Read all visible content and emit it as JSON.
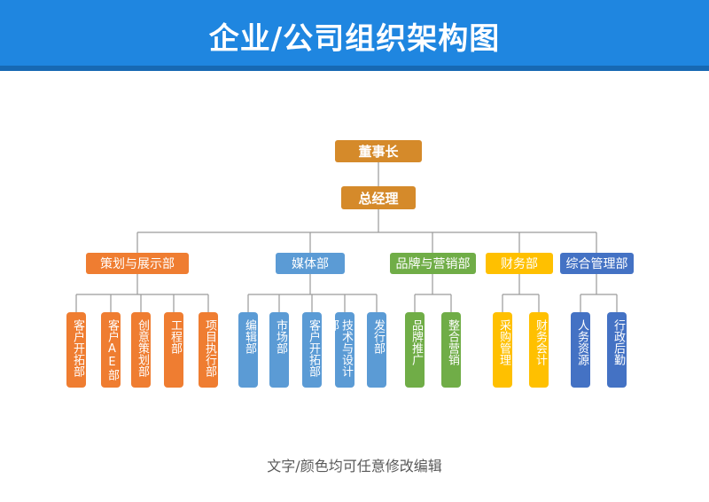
{
  "title": "企业/公司组织架构图",
  "footer": "文字/颜色均可任意修改编辑",
  "colors": {
    "banner": "#1f86e0",
    "top_nodes": "#d58a2a",
    "orange": "#ef7d31",
    "blue": "#5b9bd5",
    "green": "#70ad47",
    "yellow": "#ffc000",
    "navy": "#4472c4"
  },
  "chairman": "董事长",
  "gm": "总经理",
  "departments": [
    {
      "name": "策划与展示部",
      "subs": [
        "客户开拓部",
        "客户AE部",
        "创意策划部",
        "工程部",
        "项目执行部"
      ]
    },
    {
      "name": "媒体部",
      "subs": [
        "编辑部",
        "市场部",
        "客户开拓部",
        "技术与设计部",
        "发行部"
      ]
    },
    {
      "name": "品牌与营销部",
      "subs": [
        "品牌推广",
        "整合营销"
      ]
    },
    {
      "name": "财务部",
      "subs": [
        "采购管理",
        "财务会计"
      ]
    },
    {
      "name": "综合管理部",
      "subs": [
        "人务资源",
        "行政后勤"
      ]
    }
  ]
}
